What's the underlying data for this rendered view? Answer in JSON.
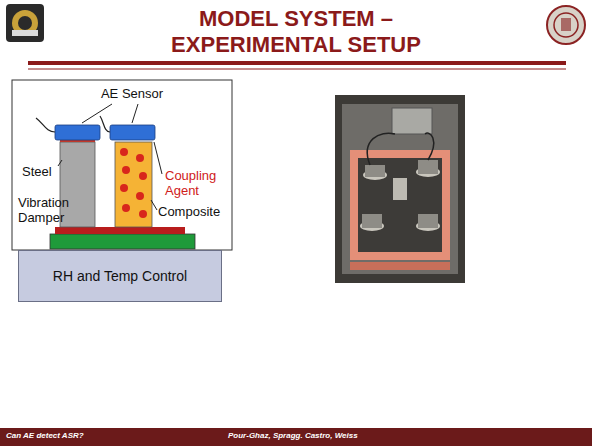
{
  "diagram": {
    "title": "MODEL SYSTEM – EXPERIMENTAL SETUP",
    "nodes": [
      {
        "text": [
          "RH and Temp Control"
        ]
      }
    ],
    "labels": [
      "AE Sensor",
      "Steel",
      "Coupling Agent",
      "Composite",
      "Vibration Damper",
      "Can AE detect ASR?",
      "Pour-Ghaz, Spragg. Castro, Weiss"
    ]
  }
}
